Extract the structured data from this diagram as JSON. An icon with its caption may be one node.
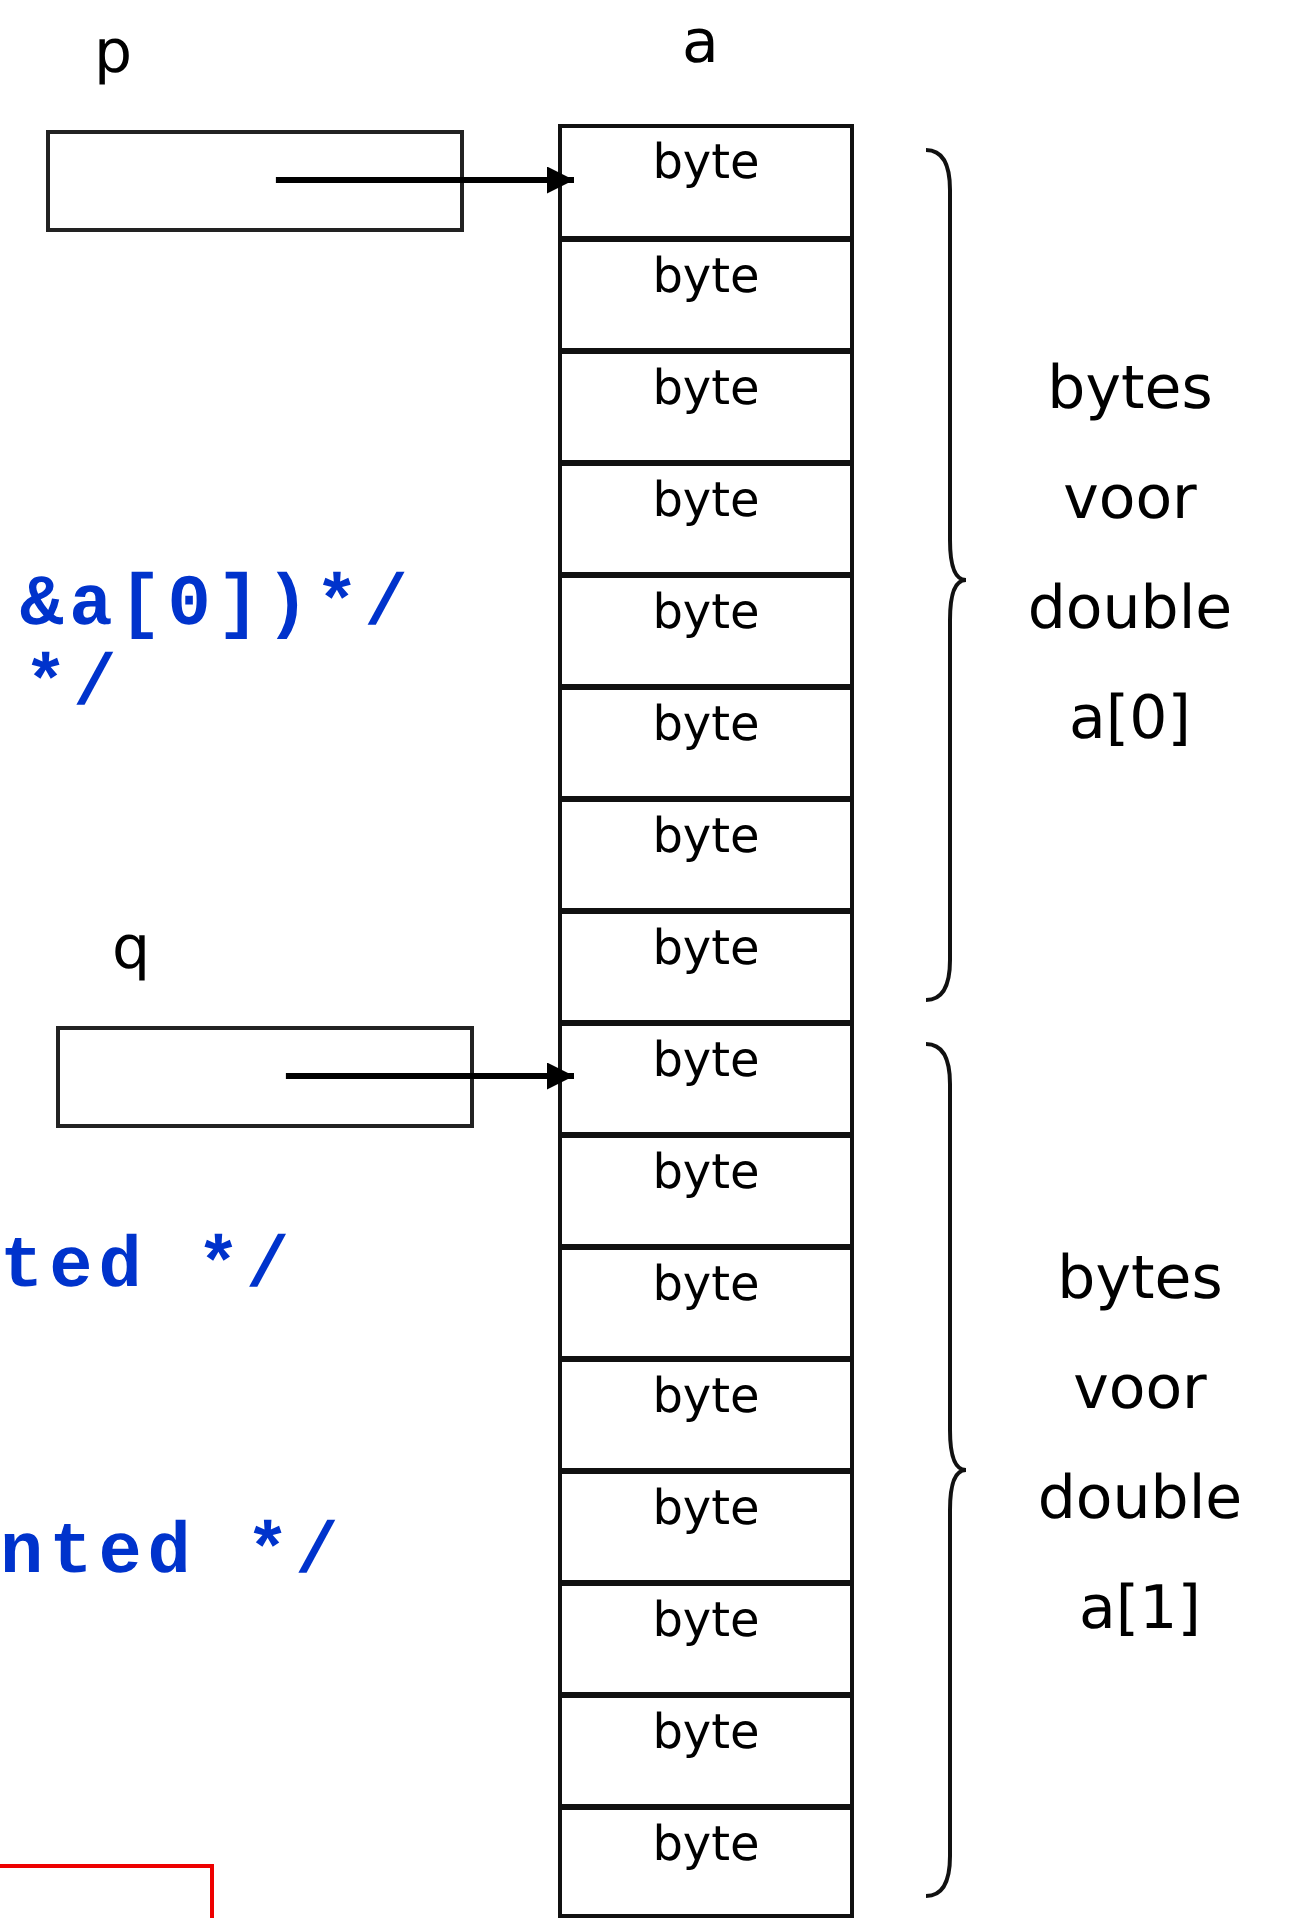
{
  "diagram": {
    "nodes": [
      {
        "text": [
          "p"
        ]
      },
      {
        "text": [
          "a"
        ]
      },
      {
        "text": [
          "byte"
        ],
        "in": 1
      },
      {
        "text": [
          "byte"
        ],
        "in": 1
      },
      {
        "text": [
          "byte"
        ],
        "in": 1
      },
      {
        "text": [
          "byte"
        ],
        "in": 1
      },
      {
        "text": [
          "byte"
        ],
        "in": 1
      },
      {
        "text": [
          "byte"
        ],
        "in": 1
      },
      {
        "text": [
          "byte"
        ],
        "in": 1
      },
      {
        "text": [
          "byte"
        ],
        "in": 1
      },
      {
        "text": [
          "byte"
        ],
        "in": 1
      },
      {
        "text": [
          "byte"
        ],
        "in": 1
      },
      {
        "text": [
          "byte"
        ],
        "in": 1
      },
      {
        "text": [
          "byte"
        ],
        "in": 1
      },
      {
        "text": [
          "byte"
        ],
        "in": 1
      },
      {
        "text": [
          "byte"
        ],
        "in": 1
      },
      {
        "text": [
          "byte"
        ],
        "in": 1
      },
      {
        "text": [
          "byte"
        ],
        "in": 1
      },
      {
        "text": [
          "q"
        ]
      },
      {
        "text": [],
        "shape": "box"
      }
    ],
    "edges": [
      {
        "from": 0,
        "to": 2,
        "arrow": "to"
      },
      {
        "from": 18,
        "to": 10,
        "arrow": "to"
      }
    ],
    "labels": [
      "&a[0])*/",
      "*/",
      "ted */",
      "nted */",
      "bytes voor double a[0]",
      "bytes voor double a[1]"
    ]
  }
}
